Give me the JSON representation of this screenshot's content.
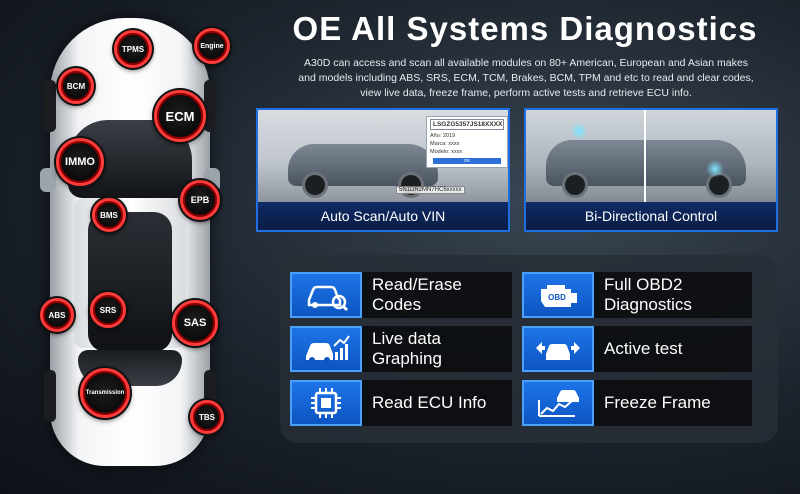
{
  "header": {
    "title": "OE All Systems Diagnostics",
    "description": "A30D can access and scan all available modules on 80+ American, European and Asian makes and models including ABS, SRS, ECM, TCM, Brakes, BCM, TPM and etc to read and clear codes, view live data, freeze frame, perform active tests and retrieve ECU info."
  },
  "car_modules": {
    "tpms": "TPMS",
    "engine": "Engine",
    "bcm": "BCM",
    "ecm": "ECM",
    "immo": "IMMO",
    "epb": "EPB",
    "bms": "BMS",
    "abs": "ABS",
    "srs": "SRS",
    "sas": "SAS",
    "transmission": "Transmission",
    "tbs": "TBS"
  },
  "screenshots": {
    "auto_scan": {
      "caption": "Auto Scan/Auto VIN",
      "vin": "LSGZG5357JS18XXXX",
      "rows": [
        "Año: 2019",
        "Marca: xxxx",
        "Modelo: xxxx"
      ],
      "ok": "OK",
      "vin_tag": "5N1DR2MN7HC6xxxxx"
    },
    "bidirectional": {
      "caption": "Bi-Directional Control"
    }
  },
  "features": [
    {
      "label": "Read/Erase Codes",
      "icon": "car-search-icon"
    },
    {
      "label": "Full OBD2 Diagnostics",
      "icon": "obd-engine-icon",
      "icon_text": "OBD"
    },
    {
      "label": "Live data Graphing",
      "icon": "car-graph-icon"
    },
    {
      "label": "Active test",
      "icon": "car-arrows-icon"
    },
    {
      "label": "Read ECU Info",
      "icon": "chip-icon"
    },
    {
      "label": "Freeze Frame",
      "icon": "car-chart-icon"
    }
  ],
  "colors": {
    "accent_blue": "#1e74e8",
    "pin_red": "#c8121b"
  }
}
